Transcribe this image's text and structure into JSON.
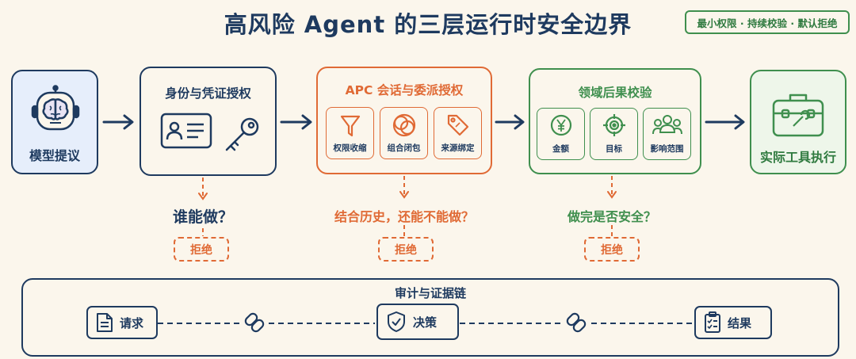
{
  "title": "高风险 Agent 的三层运行时安全边界",
  "policy_badge": "最小权限 · 持续校验 · 默认拒绝",
  "stages": {
    "model": {
      "label": "模型提议",
      "icon": "robot-brain-icon"
    },
    "identity": {
      "title": "身份与凭证授权",
      "icons": [
        "id-card-icon",
        "key-icon"
      ]
    },
    "apc": {
      "title": "APC 会话与委派授权",
      "items": [
        {
          "label": "权限收缩",
          "icon": "funnel-icon"
        },
        {
          "label": "组合闭包",
          "icon": "interlocking-rings-icon"
        },
        {
          "label": "来源绑定",
          "icon": "tag-icon"
        }
      ]
    },
    "domain": {
      "title": "领域后果校验",
      "items": [
        {
          "label": "金额",
          "icon": "yen-coin-icon"
        },
        {
          "label": "目标",
          "icon": "target-icon"
        },
        {
          "label": "影响范围",
          "icon": "people-group-icon"
        }
      ]
    },
    "tool": {
      "label": "实际工具执行",
      "icon": "toolbox-icon"
    }
  },
  "questions": {
    "identity": "谁能做？",
    "apc": "结合历史，还能不能做？",
    "domain": "做完是否安全？"
  },
  "deny_label": "拒绝",
  "audit": {
    "title": "审计与证据链",
    "steps": [
      {
        "label": "请求",
        "icon": "document-icon"
      },
      {
        "label": "决策",
        "icon": "shield-check-icon"
      },
      {
        "label": "结果",
        "icon": "clipboard-checklist-icon"
      }
    ]
  },
  "colors": {
    "navy": "#1e3a5f",
    "orange": "#e06a35",
    "green": "#3f8f4e",
    "background": "#fbf6ec"
  }
}
